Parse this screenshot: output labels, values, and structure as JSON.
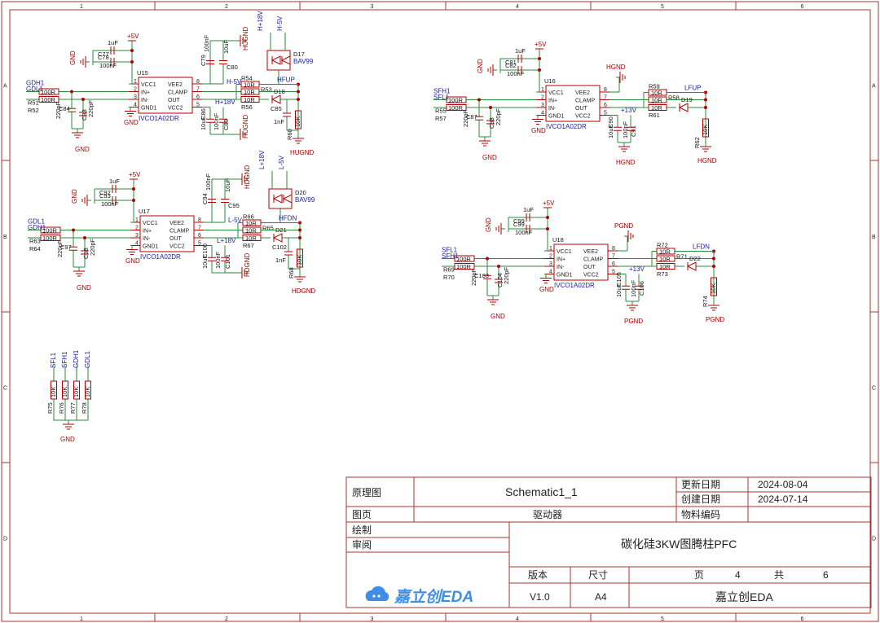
{
  "frame": {
    "cols": [
      "1",
      "2",
      "3",
      "4",
      "5",
      "6"
    ],
    "rows": [
      "A",
      "B",
      "C",
      "D"
    ],
    "border_color": "#a33333",
    "wire_color": "#2b8a3e",
    "part_color": "#b00000",
    "label_color": "#1a1aa0"
  },
  "blocks": [
    {
      "u": "U15",
      "part": "IVCO1A02DR",
      "lpins": [
        {
          "n": "1",
          "t": "VCC1"
        },
        {
          "n": "2",
          "t": "IN+"
        },
        {
          "n": "3",
          "t": "IN-"
        },
        {
          "n": "4",
          "t": "GND1"
        }
      ],
      "rpins": [
        {
          "n": "8",
          "t": "VEE2"
        },
        {
          "n": "7",
          "t": "CLAMP"
        },
        {
          "n": "6",
          "t": "OUT"
        },
        {
          "n": "5",
          "t": "VCC2"
        }
      ],
      "vcc": "+5V",
      "in1": "GDH1",
      "in2": "GDL1",
      "r_in1": "R51",
      "r_in2": "R52",
      "r_val": "100R",
      "cap_top1": "C77",
      "cap_top2": "C78",
      "cap_top1_val": "1uF",
      "cap_top2_val": "100nF",
      "cap_in": "C84",
      "cap_in2": "C83",
      "cap_in_val": "220pF",
      "gnd_l": "GND",
      "gnd_r": "HUGND",
      "v_neg": "H-5V",
      "v_pos": "H+18V",
      "v_iso_a": "H+18V",
      "v_iso_b": "H-5V",
      "c_neg1": "C79",
      "c_neg2": "C80",
      "c_pos1": "C86",
      "c_pos2": "C89",
      "c_neg1_val": "100nF",
      "c_neg2_val": "10uF",
      "c_pos1_val": "10uF",
      "c_pos2_val": "100nF",
      "r_out1": "R54",
      "r_out2": "R53",
      "r_out3": "R56",
      "r_out_val": "10R",
      "diode": "D18",
      "cap_out": "C85",
      "cap_out_val": "1nF",
      "r_pd": "R60",
      "r_pd_val": "10K",
      "dual": "D17",
      "dual_part": "BAV99",
      "out": "HFUP"
    },
    {
      "u": "U17",
      "part": "IVCO1A02DR",
      "lpins": [
        {
          "n": "1",
          "t": "VCC1"
        },
        {
          "n": "2",
          "t": "IN+"
        },
        {
          "n": "3",
          "t": "IN-"
        },
        {
          "n": "4",
          "t": "GND1"
        }
      ],
      "rpins": [
        {
          "n": "8",
          "t": "VEE2"
        },
        {
          "n": "7",
          "t": "CLAMP"
        },
        {
          "n": "6",
          "t": "OUT"
        },
        {
          "n": "5",
          "t": "VCC2"
        }
      ],
      "vcc": "+5V",
      "in1": "GDL1",
      "in2": "GDH1",
      "r_in1": "R63",
      "r_in2": "R64",
      "r_val": "100R",
      "cap_top1": "C92",
      "cap_top2": "C93",
      "cap_top1_val": "1uF",
      "cap_top2_val": "100nF",
      "cap_in": "C97",
      "cap_in2": "C98",
      "cap_in_val": "220pF",
      "gnd_l": "GND",
      "gnd_r": "HDGND",
      "v_neg": "L-5V",
      "v_pos": "L+18V",
      "v_iso_a": "L+18V",
      "v_iso_b": "L-5V",
      "c_neg1": "C94",
      "c_neg2": "C95",
      "c_pos1": "C100",
      "c_pos2": "C101",
      "c_neg1_val": "100nF",
      "c_neg2_val": "10uF",
      "c_pos1_val": "10uF",
      "c_pos2_val": "100nF",
      "r_out1": "R66",
      "r_out2": "R65",
      "r_out3": "R67",
      "r_out_val": "10R",
      "diode": "D21",
      "cap_out": "C102",
      "cap_out_val": "1nF",
      "r_pd": "R68",
      "r_pd_val": "10K",
      "dual": "D20",
      "dual_part": "BAV99",
      "out": "HFDN"
    },
    {
      "u": "U16",
      "part": "IVCO1A02DR",
      "lpins": [
        {
          "n": "1",
          "t": "VCC1"
        },
        {
          "n": "2",
          "t": "IN+"
        },
        {
          "n": "3",
          "t": "IN-"
        },
        {
          "n": "4",
          "t": "GND1"
        }
      ],
      "rpins": [
        {
          "n": "8",
          "t": "VEE2"
        },
        {
          "n": "7",
          "t": "CLAMP"
        },
        {
          "n": "6",
          "t": "OUT"
        },
        {
          "n": "5",
          "t": "VCC2"
        }
      ],
      "vcc": "+5V",
      "in1": "SFH1",
      "in2": "SFL1",
      "r_in1": "R55",
      "r_in2": "R57",
      "r_val": "100R",
      "cap_top1": "C81",
      "cap_top2": "C82",
      "cap_top1_val": "1uF",
      "cap_top2_val": "100nF",
      "cap_in": "C87",
      "cap_in2": "C88",
      "cap_in_val": "220pF",
      "gnd_l": "GND",
      "gnd_r": "HGND",
      "v_pos": "+13V",
      "c_pos1": "C90",
      "c_pos2": "C91",
      "c_pos1_val": "10uF",
      "c_pos2_val": "100nF",
      "r_out1": "R59",
      "r_out2": "R58",
      "r_out3": "R61",
      "r_out_val": "10R",
      "diode": "D19",
      "r_pd": "R62",
      "r_pd_val": "10K",
      "out": "LFUP"
    },
    {
      "u": "U18",
      "part": "IVCO1A02DR",
      "lpins": [
        {
          "n": "1",
          "t": "VCC1"
        },
        {
          "n": "2",
          "t": "IN+"
        },
        {
          "n": "3",
          "t": "IN-"
        },
        {
          "n": "4",
          "t": "GND1"
        }
      ],
      "rpins": [
        {
          "n": "8",
          "t": "VEE2"
        },
        {
          "n": "7",
          "t": "CLAMP"
        },
        {
          "n": "6",
          "t": "OUT"
        },
        {
          "n": "5",
          "t": "VCC2"
        }
      ],
      "vcc": "+5V",
      "in1": "SFL1",
      "in2": "SFH1",
      "r_in1": "R69",
      "r_in2": "R70",
      "r_val": "100R",
      "cap_top1": "C99",
      "cap_top2": "C99",
      "cap_top1_val": "1uF",
      "cap_top2_val": "100nF",
      "cap_in": "C103",
      "cap_in2": "C104",
      "cap_in_val": "220pF",
      "gnd_l": "GND",
      "gnd_r": "PGND",
      "v_pos": "+13V",
      "c_pos1": "C105",
      "c_pos2": "C106",
      "c_pos1_val": "10uF",
      "c_pos2_val": "100nF",
      "r_out1": "R72",
      "r_out2": "R71",
      "r_out3": "R73",
      "r_out_val": "10R",
      "diode": "D22",
      "r_pd": "R74",
      "r_pd_val": "10K",
      "out": "LFDN"
    }
  ],
  "pulldowns": {
    "nets": [
      "SFL1",
      "SFH1",
      "GDH1",
      "GDL1"
    ],
    "refs": [
      "R75",
      "R76",
      "R77",
      "R78"
    ],
    "value": "10K",
    "gnd": "GND"
  },
  "title_block": {
    "schematic_label": "原理图",
    "schematic_value": "Schematic1_1",
    "page_label": "图页",
    "page_value": "驱动器",
    "drawn_label": "绘制",
    "review_label": "审阅",
    "updated_label": "更新日期",
    "updated_value": "2024-08-04",
    "created_label": "创建日期",
    "created_value": "2024-07-14",
    "material_label": "物料编码",
    "project": "碳化硅3KW图腾柱PFC",
    "version_label": "版本",
    "version_value": "V1.0",
    "size_label": "尺寸",
    "size_value": "A4",
    "page_no_label": "页",
    "page_no": "4",
    "total_label": "共",
    "total": "6",
    "company": "嘉立创EDA",
    "logo_text": "嘉立创EDA"
  }
}
